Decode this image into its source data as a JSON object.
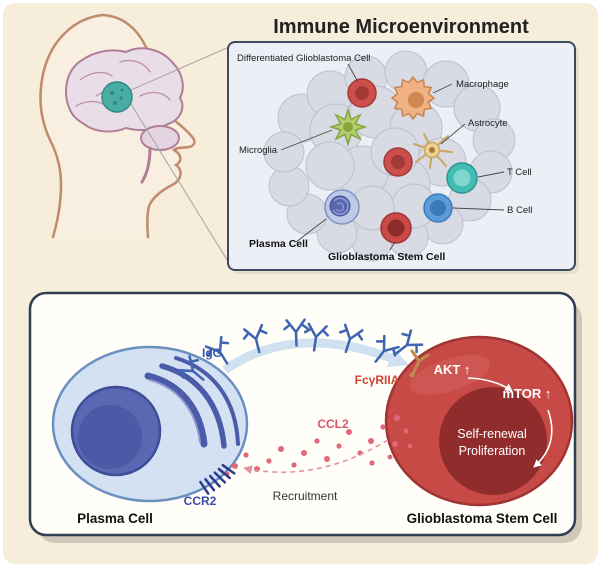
{
  "title": "Immune Microenvironment",
  "microenvironment_panel": {
    "cell_labels": {
      "differentiated_glioblastoma_cell": "Differentiated Glioblastoma Cell",
      "macrophage": "Macrophage",
      "astrocyte": "Astrocyte",
      "microglia": "Microglia",
      "t_cell": "T Cell",
      "b_cell": "B Cell",
      "plasma_cell": "Plasma Cell",
      "glioblastoma_stem_cell": "Glioblastoma Stem Cell"
    }
  },
  "mechanism_panel": {
    "labels": {
      "igg": "IgG",
      "fc_receptor": "FcγRIIA",
      "akt": "AKT ↑",
      "mtor": "mTOR ↑",
      "self_renewal": "Self-renewal",
      "proliferation": "Proliferation",
      "ccl2": "CCL2",
      "ccr2": "CCR2",
      "recruitment": "Recruitment",
      "plasma_cell": "Plasma Cell",
      "glioblastoma_stem_cell": "Glioblastoma Stem Cell"
    }
  },
  "colors": {
    "background": "#f6edda",
    "panel_border": "#34455a",
    "micro_panel_fill": "#edeff7",
    "mechanism_panel_fill": "#fffef8",
    "tumor_teal": "#49ada5",
    "glioblastoma_red": "#c84a47",
    "plasma_cell_blue": "#d3e1f2",
    "nucleus_blue": "#5a67b2",
    "antibody_blue": "#4066b2",
    "ccl2_pink": "#e06878",
    "fc_label_red": "#d04434"
  }
}
